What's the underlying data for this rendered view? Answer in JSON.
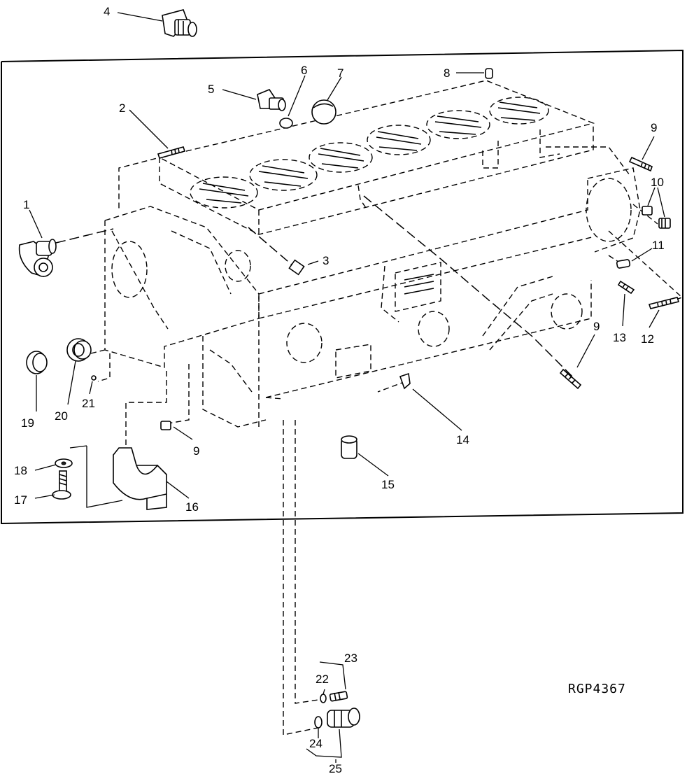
{
  "diagram": {
    "reference_code": "RGP4367",
    "callouts": {
      "c1": "1",
      "c2": "2",
      "c3": "3",
      "c4": "4",
      "c5": "5",
      "c6": "6",
      "c7": "7",
      "c8": "8",
      "c9a": "9",
      "c9b": "9",
      "c9c": "9",
      "c10": "10",
      "c11": "11",
      "c12": "12",
      "c13": "13",
      "c14": "14",
      "c15": "15",
      "c16": "16",
      "c17": "17",
      "c18": "18",
      "c19": "19",
      "c20": "20",
      "c21": "21",
      "c22": "22",
      "c23": "23",
      "c24": "24",
      "c25": "25"
    }
  }
}
